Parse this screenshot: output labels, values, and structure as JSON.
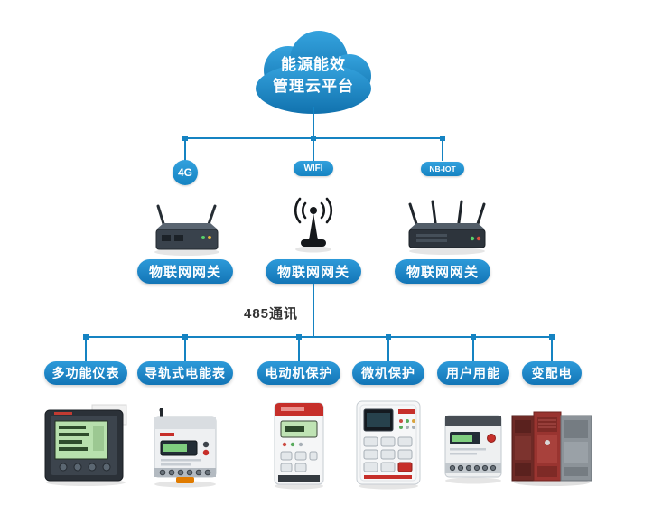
{
  "colors": {
    "accent_line": "#1583c2",
    "pill_blue_top": "#2d9ad9",
    "pill_blue_bottom": "#1375b6",
    "cloud_top": "#35a3de",
    "cloud_bottom": "#1172ae",
    "bus_text": "#333333"
  },
  "cloud": {
    "title_line1": "能源能效",
    "title_line2": "管理云平台"
  },
  "branches": [
    {
      "badge": "4G",
      "gateway_label": "物联网网关",
      "image": "cellular-4g-gateway"
    },
    {
      "badge": "WIFI",
      "gateway_label": "物联网网关",
      "image": "wifi-antenna"
    },
    {
      "badge": "NB-IOT",
      "gateway_label": "物联网网关",
      "image": "nbiot-gateway"
    }
  ],
  "bus": {
    "label": "485通讯"
  },
  "devices": [
    {
      "label": "多功能仪表",
      "image": "multifunction-meter"
    },
    {
      "label": "导轨式电能表",
      "image": "din-rail-energy-meter"
    },
    {
      "label": "电动机保护",
      "image": "motor-protection-device"
    },
    {
      "label": "微机保护",
      "image": "microcomputer-protection-device"
    },
    {
      "label": "用户用能",
      "image": "user-energy-meter"
    },
    {
      "label": "变配电",
      "image": "power-distribution-cabinet"
    }
  ]
}
